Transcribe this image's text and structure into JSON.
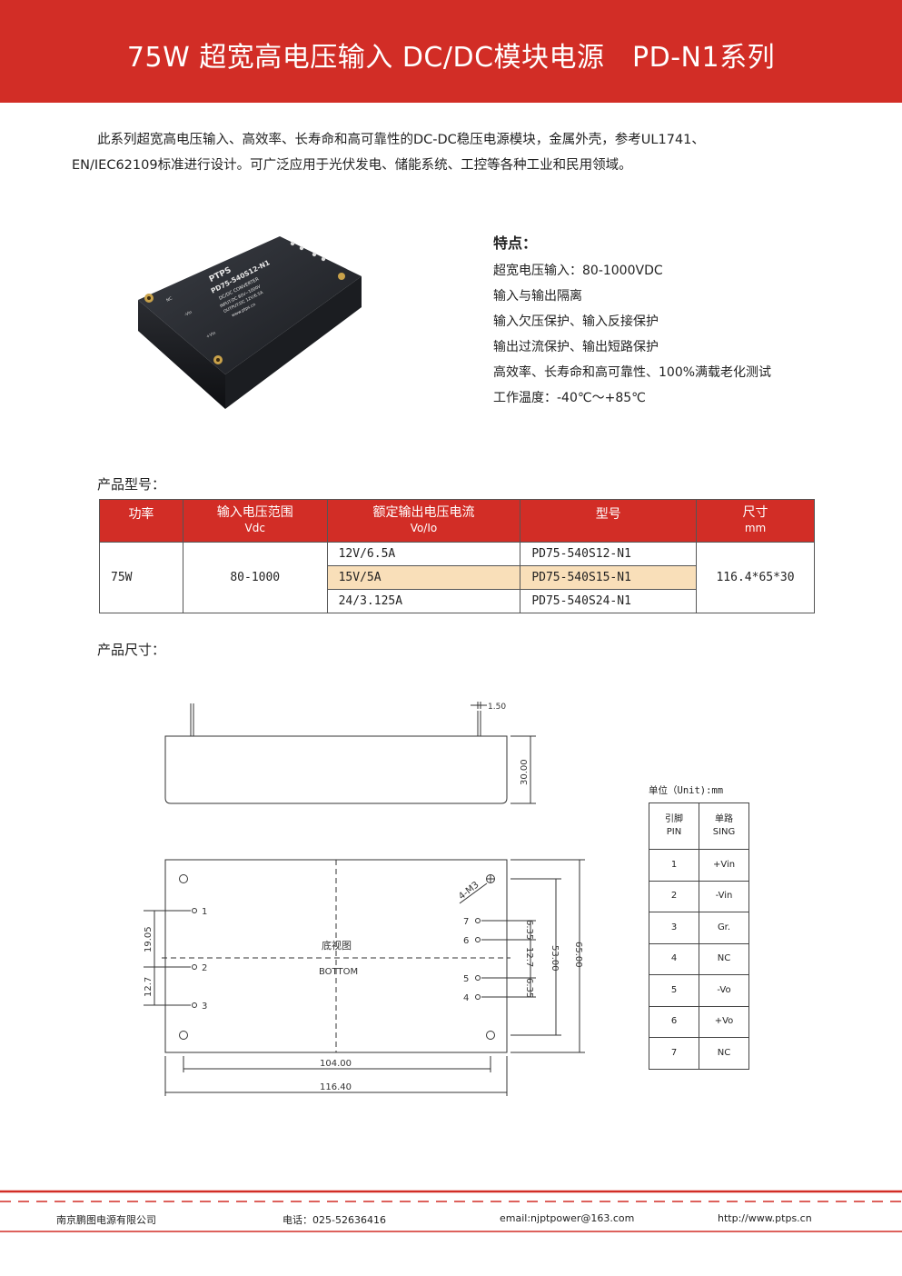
{
  "header": {
    "title": "75W 超宽高电压输入 DC/DC模块电源　PD-N1系列"
  },
  "intro": {
    "line1": "此系列超宽高电压输入、高效率、长寿命和高可靠性的DC-DC稳压电源模块，金属外壳，参考UL1741、",
    "line2": "EN/IEC62109标准进行设计。可广泛应用于光伏发电、储能系统、工控等各种工业和民用领域。"
  },
  "product_photo": {
    "logo": "PTPS",
    "model": "PD75-540S12-N1",
    "type_line": "DC/DC CONVERTER",
    "input_line": "INPUT:DC 80V~1000V",
    "output_line": "OUTPUT:DC 12V/6.5A",
    "website": "www.ptps.cn",
    "pin_nc": "NC",
    "pin_vin_neg": "-Vin",
    "pin_vin_pos": "+Vin"
  },
  "features": {
    "title": "特点：",
    "items": [
      "超宽电压输入：80-1000VDC",
      "输入与输出隔离",
      "输入欠压保护、输入反接保护",
      "输出过流保护、输出短路保护",
      "高效率、长寿命和高可靠性、100%满载老化测试",
      "工作温度：-40℃～+85℃"
    ]
  },
  "models_section": {
    "label": "产品型号：",
    "headers": [
      {
        "main": "功率",
        "sub": ""
      },
      {
        "main": "输入电压范围",
        "sub": "Vdc"
      },
      {
        "main": "额定输出电压电流",
        "sub": "Vo/Io"
      },
      {
        "main": "型号",
        "sub": ""
      },
      {
        "main": "尺寸",
        "sub": "mm"
      }
    ],
    "power": "75W",
    "input_range": "80-1000",
    "size": "116.4*65*30",
    "rows": [
      {
        "output": "12V/6.5A",
        "model": "PD75-540S12-N1"
      },
      {
        "output": "15V/5A",
        "model": "PD75-540S15-N1"
      },
      {
        "output": "24/3.125A",
        "model": "PD75-540S24-N1"
      }
    ],
    "highlight_color": "#f9dfb9"
  },
  "dimensions_section": {
    "label": "产品尺寸：",
    "side": {
      "pin_width": "1.50",
      "height": "30.00"
    },
    "bottom": {
      "view_cn": "底视图",
      "view_en": "BOTTOM",
      "mount": "4-M3",
      "pins": [
        "1",
        "2",
        "3",
        "4",
        "5",
        "6",
        "7"
      ],
      "dim_19_05": "19.05",
      "dim_12_7_left": "12.7",
      "dim_6_35_top": "6.35",
      "dim_12_7_right": "12.7",
      "dim_6_35_bottom": "6.35",
      "dim_53": "53.00",
      "dim_65": "65.00",
      "dim_104": "104.00",
      "dim_116_4": "116.40"
    }
  },
  "pin_table": {
    "unit": "单位（Unit):mm",
    "header_pin_cn": "引脚",
    "header_pin_en": "PIN",
    "header_sing_cn": "单路",
    "header_sing_en": "SING",
    "rows": [
      {
        "pin": "1",
        "func": "+Vin"
      },
      {
        "pin": "2",
        "func": "-Vin"
      },
      {
        "pin": "3",
        "func": "Gr."
      },
      {
        "pin": "4",
        "func": "NC"
      },
      {
        "pin": "5",
        "func": "-Vo"
      },
      {
        "pin": "6",
        "func": "+Vo"
      },
      {
        "pin": "7",
        "func": "NC"
      }
    ]
  },
  "footer": {
    "company": "南京鹏图电源有限公司",
    "phone": "电话：025-52636416",
    "email": "email:njptpower@163.com",
    "website": "http://www.ptps.cn"
  },
  "colors": {
    "brand_red": "#d22d26"
  }
}
